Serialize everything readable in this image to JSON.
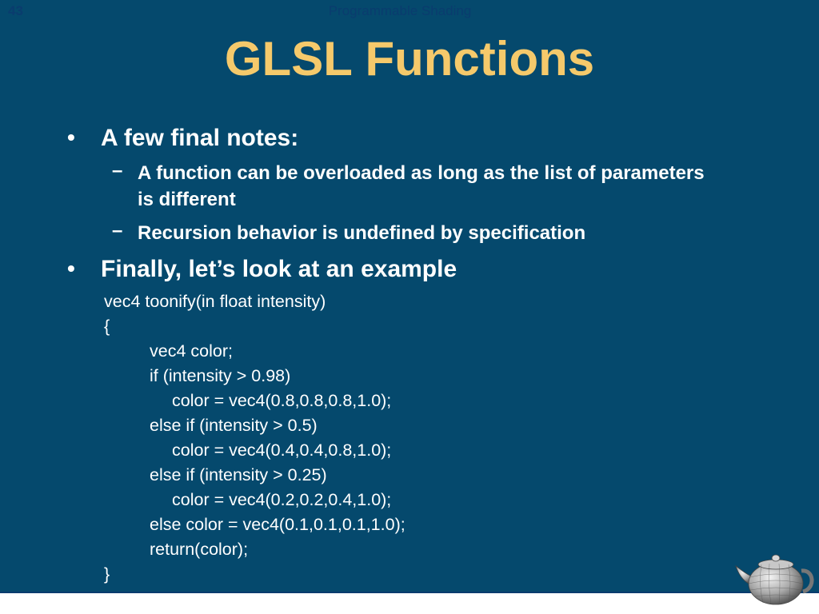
{
  "slide": {
    "title": "GLSL Functions",
    "bullets": [
      {
        "text": "A few final notes:",
        "subitems": [
          "A function can be overloaded as long as the list of parameters is different",
          "Recursion behavior is undefined by specification"
        ]
      },
      {
        "text": "Finally, let’s look at an example"
      }
    ],
    "code_lines": [
      "vec4 toonify(in float intensity)",
      "{",
      "vec4 color;",
      "if (intensity > 0.98)",
      "color = vec4(0.8,0.8,0.8,1.0);",
      "else if (intensity > 0.5)",
      "color = vec4(0.4,0.4,0.8,1.0);",
      "else if (intensity > 0.25)",
      "color = vec4(0.2,0.2,0.4,1.0);",
      "else color = vec4(0.1,0.1,0.1,1.0);",
      "return(color);",
      "}"
    ]
  },
  "footer": {
    "page_number": "43",
    "course_title": "Programmable Shading"
  },
  "colors": {
    "background": "#05496d",
    "title": "#f5c96b",
    "text": "#ffffff",
    "footer_text": "#0a3c6e"
  },
  "icons": {
    "bullet": "bullet-dot-icon",
    "dash": "dash-icon",
    "logo": "teapot-icon"
  }
}
